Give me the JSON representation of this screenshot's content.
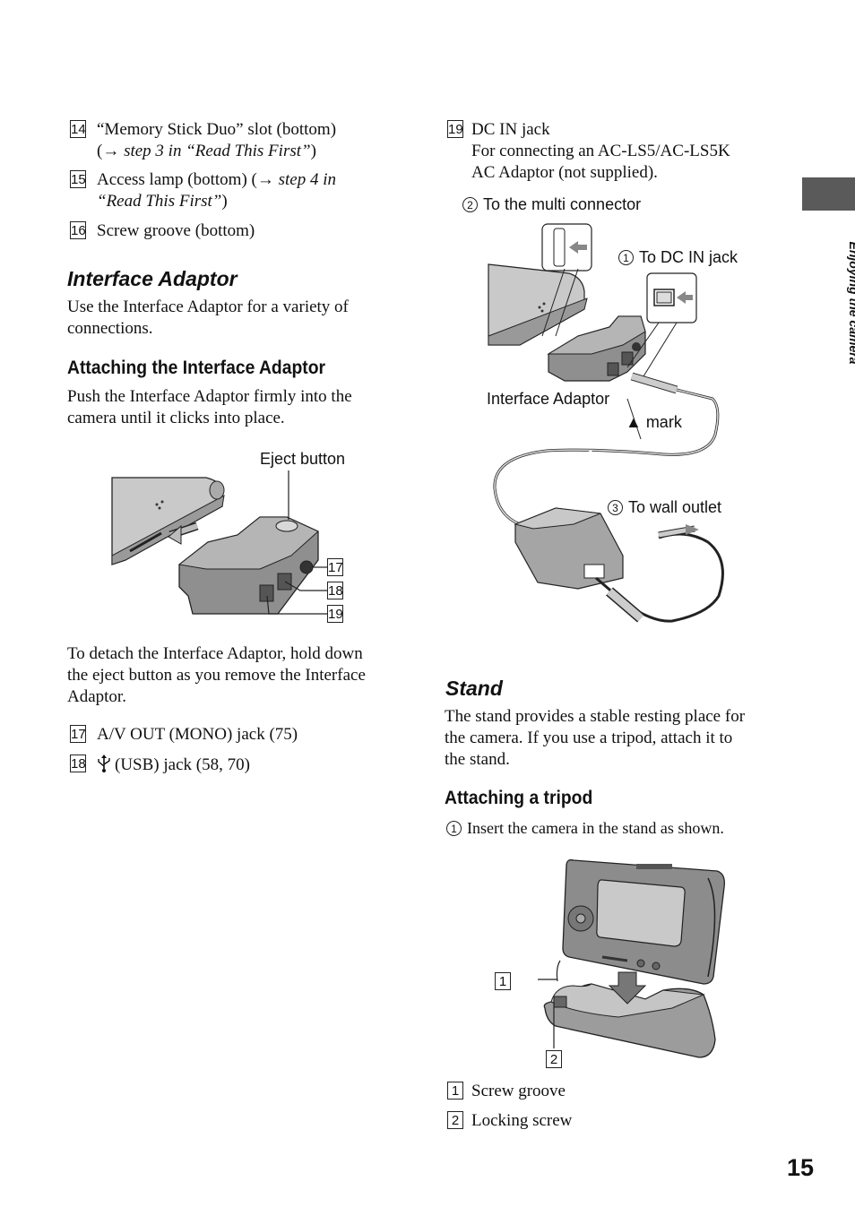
{
  "left_items": [
    {
      "num": "14",
      "line1": "“Memory Stick Duo” slot (bottom)",
      "line2_pre": "(→ ",
      "line2_ital": "step 3 in “Read This First”",
      "line2_post": ")"
    },
    {
      "num": "15",
      "line1_pre": "Access lamp (bottom) (→ ",
      "line1_ital": "step 4 in",
      "line2_ital": "“Read This First”",
      "line2_post": ")"
    },
    {
      "num": "16",
      "text": "Screw groove (bottom)"
    }
  ],
  "interface_adaptor": {
    "heading": "Interface Adaptor",
    "intro_l1": "Use the Interface Adaptor for a variety of",
    "intro_l2": "connections.",
    "attach_heading": "Attaching the Interface Adaptor",
    "attach_l1": "Push the Interface Adaptor firmly into the",
    "attach_l2": "camera until it clicks into place.",
    "eject_label": "Eject button",
    "callouts": [
      "17",
      "18",
      "19"
    ],
    "detach_l1": "To detach the Interface Adaptor, hold down",
    "detach_l2": "the eject button as you remove the Interface",
    "detach_l3": "Adaptor.",
    "item17_num": "17",
    "item17_text": "A/V OUT (MONO) jack (75)",
    "item18_num": "18",
    "item18_text": "(USB) jack (58, 70)"
  },
  "right_items": {
    "item19_num": "19",
    "item19_l1": "DC IN jack",
    "item19_l2": "For connecting an AC-LS5/AC-LS5K",
    "item19_l3": "AC Adaptor (not supplied)."
  },
  "dc_diagram": {
    "multi_num": "2",
    "multi_label": "To the multi connector",
    "dcin_num": "1",
    "dcin_label": "To DC IN jack",
    "adaptor_label": "Interface Adaptor",
    "mark_label": "▲ mark",
    "wall_num": "3",
    "wall_label": "To wall outlet"
  },
  "stand": {
    "heading": "Stand",
    "desc_l1": "The stand provides a stable resting place for",
    "desc_l2": "the camera. If you use a tripod, attach it to",
    "desc_l3": "the stand.",
    "tripod_heading": "Attaching a tripod",
    "step1_num": "1",
    "step1_text": "Insert the camera in the stand as shown.",
    "callout1": "1",
    "callout2": "2",
    "legend1_num": "1",
    "legend1_text": "Screw groove",
    "legend2_num": "2",
    "legend2_text": "Locking screw"
  },
  "side_tab": "Enjoying the camera",
  "page_number": "15"
}
